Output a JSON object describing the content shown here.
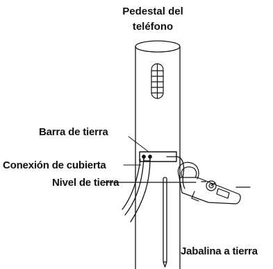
{
  "labels": {
    "title_line1": "Pedestal del",
    "title_line2": "teléfono",
    "ground_bar": "Barra de tierra",
    "cover_connection": "Conexión de cubierta",
    "ground_level": "Nivel de tierra",
    "ground_rod": "Jabalina a tierra"
  },
  "colors": {
    "stroke": "#111111",
    "background": "#ffffff"
  }
}
